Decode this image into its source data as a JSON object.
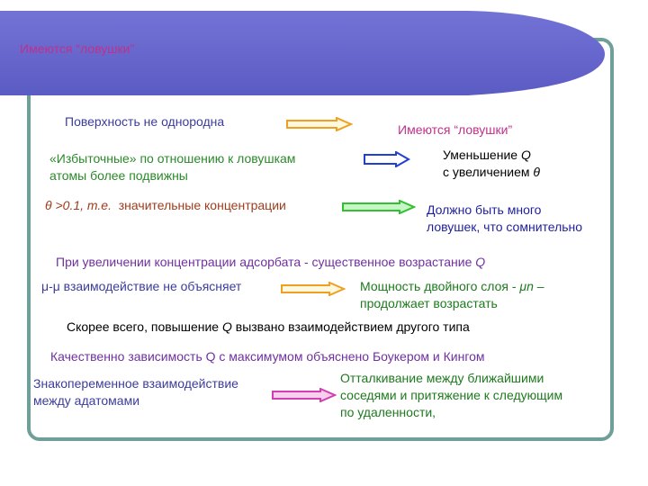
{
  "header": {
    "title": "Имеются “ловушки”"
  },
  "rows": {
    "r1_left": "Поверхность не однородна",
    "r1_right": "Имеются “ловушки”",
    "r2_left_1": "«Избыточные» по отношению к ловушкам",
    "r2_left_2": "атомы более подвижны",
    "r2_right_1a": "Уменьшение ",
    "r2_right_1b": "Q",
    "r2_right_2a": "с увеличением ",
    "r2_right_2b": "θ",
    "r3_left_a": "θ >0.1, т.е.",
    "r3_left_b": "значительные концентрации",
    "r3_right_1": "Должно быть много",
    "r3_right_2a": "ловушек, ",
    "r3_right_2b": "что сомнительно",
    "r4_a": "При увеличении концентрации адсорбата - существенное возрастание ",
    "r4_b": "Q",
    "r5_left": "μ-μ взаимодействие не объясняет",
    "r5_right_1a": "Мощность двойного слоя - ",
    "r5_right_1b": "μn",
    "r5_right_1c": " –",
    "r5_right_2": "продолжает возрастать",
    "r6_a": "Скорее всего, повышение ",
    "r6_b": "Q",
    "r6_c": " вызвано взаимодействием другого типа",
    "r7": "Качественно зависимость Q с максимумом объяснено Боукером и Кингом",
    "r8_left_1": "Знакопеременное взаимодействие",
    "r8_left_2": "между адатомами",
    "r8_right_1": "Отталкивание между ближайшими",
    "r8_right_2": "соседями и притяжение к следующим",
    "r8_right_3": "по удаленности,"
  },
  "colors": {
    "banner": "#6666cc",
    "frame": "#6e9f98",
    "arrow_orange": "#f0a020",
    "arrow_blue": "#2040d0",
    "arrow_green": "#30c030",
    "arrow_magenta": "#d040b0"
  }
}
